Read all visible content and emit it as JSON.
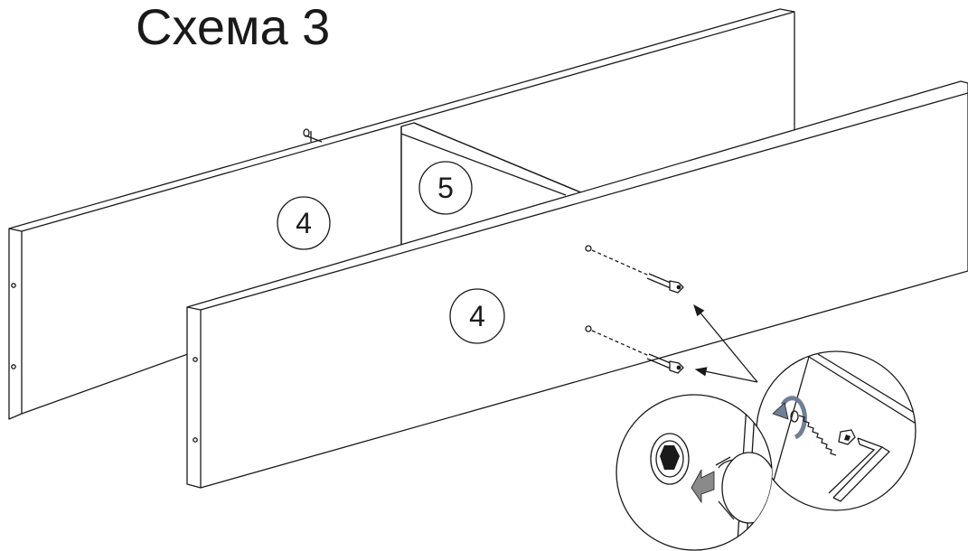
{
  "title": "Схема 3",
  "part_labels": {
    "back_panel": "4",
    "divider": "5",
    "front_panel": "4"
  },
  "icons": {
    "hex_key_icon": "hex-allen-key",
    "rotate_icon": "clockwise-rotation-arrow",
    "push_icon": "push-arrow",
    "screw_icon": "confirmat-screw"
  },
  "colors": {
    "line": "#1a1a1a",
    "arrow_accent": "#6f7f95",
    "push_arrow": "#8a8a8a"
  }
}
